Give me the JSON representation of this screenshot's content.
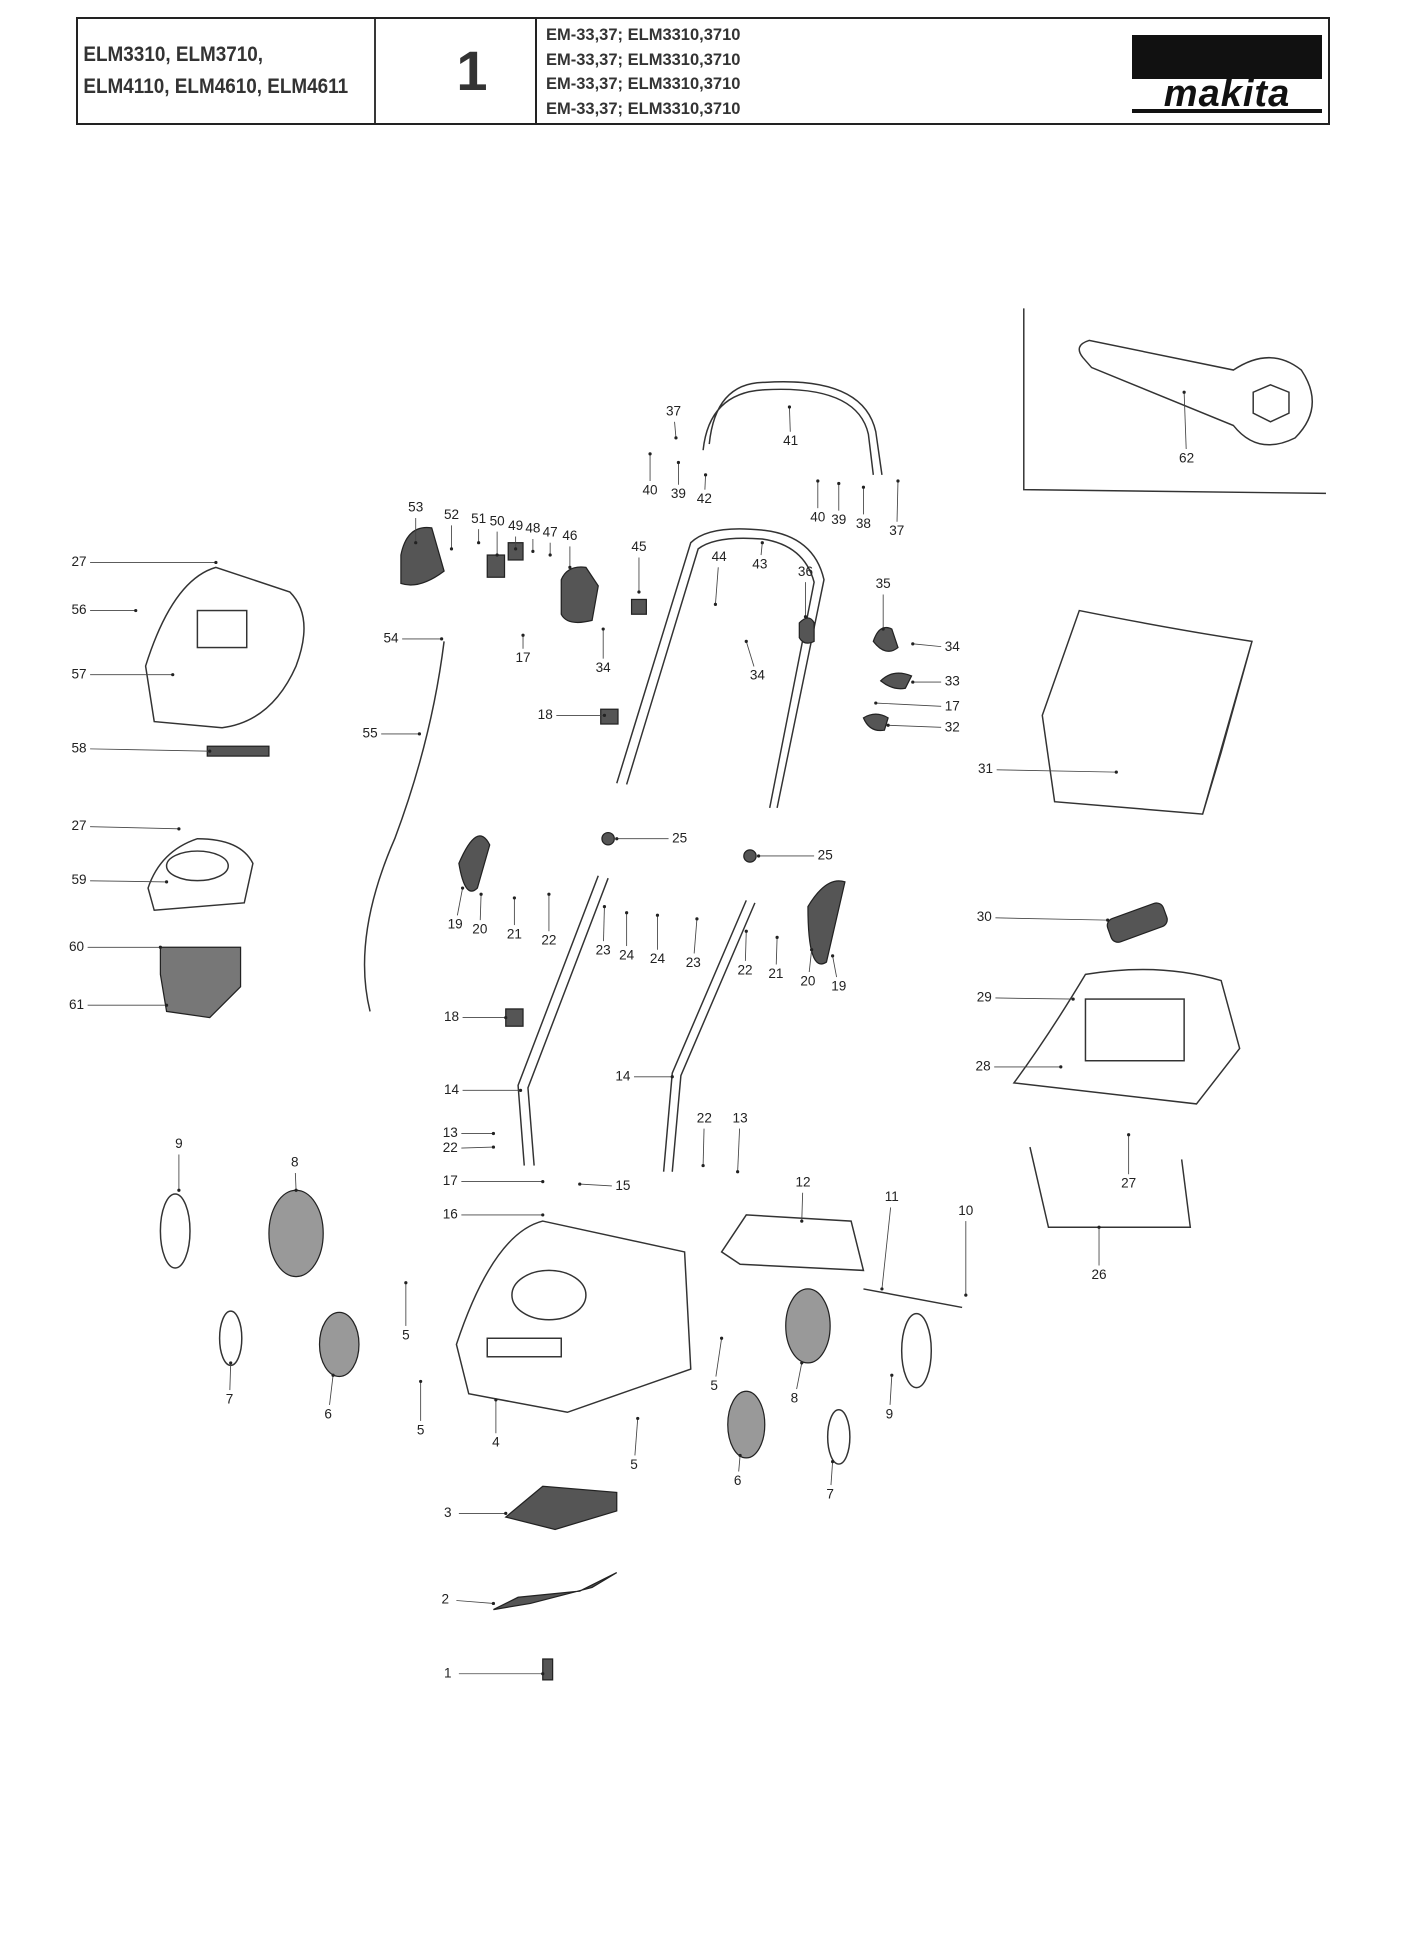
{
  "header": {
    "models_line1": "ELM3310, ELM3710,",
    "models_line2": "ELM4110, ELM4610, ELM4611",
    "page_number": "1",
    "codes": [
      "EM-33,37; ELM3310,3710",
      "EM-33,37; ELM3310,3710",
      "EM-33,37; ELM3310,3710",
      "EM-33,37; ELM3310,3710"
    ],
    "logo": "makita"
  },
  "callouts": [
    "37",
    "41",
    "40",
    "39",
    "42",
    "40",
    "39",
    "38",
    "37",
    "53",
    "52",
    "51",
    "50",
    "49",
    "48",
    "47",
    "46",
    "45",
    "44",
    "43",
    "36",
    "35",
    "27",
    "56",
    "57",
    "58",
    "27",
    "59",
    "60",
    "61",
    "54",
    "17",
    "34",
    "34",
    "34",
    "33",
    "17",
    "32",
    "18",
    "55",
    "62",
    "31",
    "25",
    "25",
    "19",
    "20",
    "21",
    "22",
    "23",
    "24",
    "24",
    "23",
    "22",
    "21",
    "20",
    "19",
    "30",
    "29",
    "28",
    "27",
    "26",
    "18",
    "14",
    "14",
    "13",
    "22",
    "22",
    "13",
    "17",
    "15",
    "16",
    "9",
    "8",
    "12",
    "11",
    "10",
    "5",
    "7",
    "6",
    "5",
    "4",
    "5",
    "8",
    "9",
    "5",
    "6",
    "7",
    "3",
    "2",
    "1"
  ]
}
